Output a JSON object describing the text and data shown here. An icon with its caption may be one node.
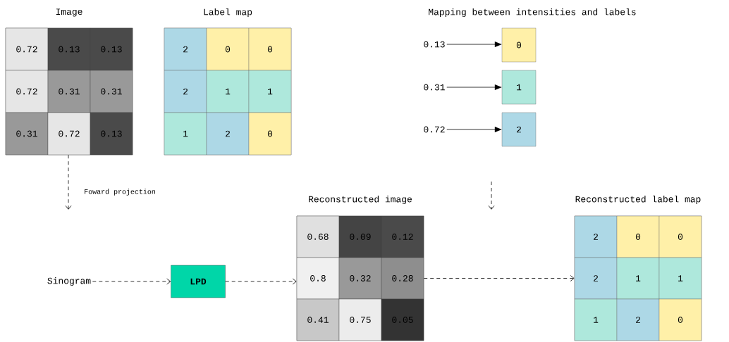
{
  "diagram": {
    "nodes": [
      {
        "text": [
          "Image"
        ]
      },
      {
        "text": [
          "0.72"
        ],
        "in": 0
      },
      {
        "text": [
          "0.13"
        ],
        "in": 0
      },
      {
        "text": [
          "0.13"
        ],
        "in": 0
      },
      {
        "text": [
          "0.72"
        ],
        "in": 0
      },
      {
        "text": [
          "0.31"
        ],
        "in": 0
      },
      {
        "text": [
          "0.31"
        ],
        "in": 0
      },
      {
        "text": [
          "0.31"
        ],
        "in": 0
      },
      {
        "text": [
          "0.72"
        ],
        "in": 0
      },
      {
        "text": [
          "0.13"
        ],
        "in": 0
      },
      {
        "text": [
          "Label map"
        ]
      },
      {
        "text": [
          "2"
        ],
        "in": 10
      },
      {
        "text": [
          "0"
        ],
        "in": 10
      },
      {
        "text": [
          "0"
        ],
        "in": 10
      },
      {
        "text": [
          "2"
        ],
        "in": 10
      },
      {
        "text": [
          "1"
        ],
        "in": 10
      },
      {
        "text": [
          "1"
        ],
        "in": 10
      },
      {
        "text": [
          "1"
        ],
        "in": 10
      },
      {
        "text": [
          "2"
        ],
        "in": 10
      },
      {
        "text": [
          "0"
        ],
        "in": 10
      },
      {
        "text": [
          "0.13"
        ]
      },
      {
        "text": [
          "0"
        ]
      },
      {
        "text": [
          "0.31"
        ]
      },
      {
        "text": [
          "1"
        ]
      },
      {
        "text": [
          "0.72"
        ]
      },
      {
        "text": [
          "2"
        ]
      },
      {
        "text": [
          "Sinogram"
        ]
      },
      {
        "text": [
          "LPD"
        ]
      },
      {
        "text": [
          "Reconstructed image"
        ]
      },
      {
        "text": [
          "0.68"
        ],
        "in": 28
      },
      {
        "text": [
          "0.09"
        ],
        "in": 28
      },
      {
        "text": [
          "0.12"
        ],
        "in": 28
      },
      {
        "text": [
          "0.8"
        ],
        "in": 28
      },
      {
        "text": [
          "0.32"
        ],
        "in": 28
      },
      {
        "text": [
          "0.28"
        ],
        "in": 28
      },
      {
        "text": [
          "0.41"
        ],
        "in": 28
      },
      {
        "text": [
          "0.75"
        ],
        "in": 28
      },
      {
        "text": [
          "0.05"
        ],
        "in": 28
      },
      {
        "text": [
          "Reconstructed label map"
        ]
      },
      {
        "text": [
          "2"
        ],
        "in": 38
      },
      {
        "text": [
          "0"
        ],
        "in": 38
      },
      {
        "text": [
          "0"
        ],
        "in": 38
      },
      {
        "text": [
          "2"
        ],
        "in": 38
      },
      {
        "text": [
          "1"
        ],
        "in": 38
      },
      {
        "text": [
          "1"
        ],
        "in": 38
      },
      {
        "text": [
          "1"
        ],
        "in": 38
      },
      {
        "text": [
          "2"
        ],
        "in": 38
      },
      {
        "text": [
          "0"
        ],
        "in": 38
      }
    ],
    "edges": [
      {
        "from": 20,
        "to": 21,
        "arrow": "to"
      },
      {
        "from": 22,
        "to": 23,
        "arrow": "to"
      },
      {
        "from": 24,
        "to": 25,
        "arrow": "to"
      },
      {
        "from": 0,
        "to": null,
        "arrow": "to",
        "style": "dashed",
        "label": "Foward projection"
      },
      {
        "from": 26,
        "to": 27,
        "arrow": "to",
        "style": "dashed"
      },
      {
        "from": 27,
        "to": 28,
        "arrow": "to",
        "style": "dashed"
      },
      {
        "from": 28,
        "to": 38,
        "arrow": "to",
        "style": "dashed"
      }
    ],
    "labels": [
      "Mapping between intensities and labels"
    ]
  }
}
